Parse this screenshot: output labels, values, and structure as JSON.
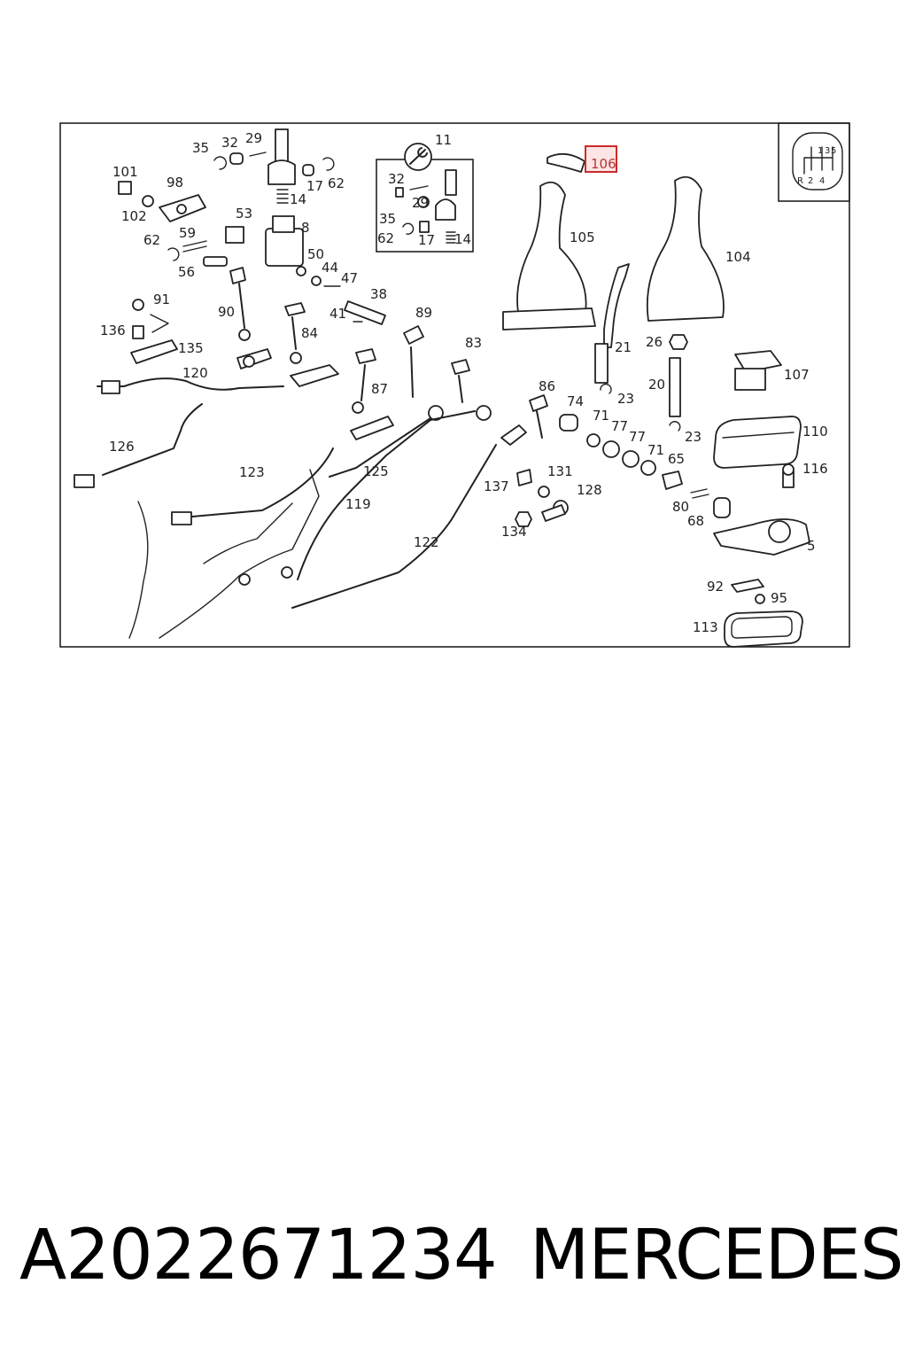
{
  "diagram": {
    "highlighted_part": "106",
    "inset_shift_pattern": [
      "1",
      "3",
      "5",
      "R",
      "2",
      "4"
    ],
    "parts": [
      {
        "id": "p29",
        "label": "29"
      },
      {
        "id": "p35a",
        "label": "35"
      },
      {
        "id": "p32a",
        "label": "32"
      },
      {
        "id": "p14a",
        "label": "14"
      },
      {
        "id": "p17a",
        "label": "17"
      },
      {
        "id": "p62a",
        "label": "62"
      },
      {
        "id": "p101",
        "label": "101"
      },
      {
        "id": "p98",
        "label": "98"
      },
      {
        "id": "p102",
        "label": "102"
      },
      {
        "id": "p53",
        "label": "53"
      },
      {
        "id": "p8",
        "label": "8"
      },
      {
        "id": "p59",
        "label": "59"
      },
      {
        "id": "p62b",
        "label": "62"
      },
      {
        "id": "p56",
        "label": "56"
      },
      {
        "id": "p50",
        "label": "50"
      },
      {
        "id": "p44",
        "label": "44"
      },
      {
        "id": "p47",
        "label": "47"
      },
      {
        "id": "p38",
        "label": "38"
      },
      {
        "id": "p41",
        "label": "41"
      },
      {
        "id": "p11",
        "label": "11"
      },
      {
        "id": "p32b",
        "label": "32"
      },
      {
        "id": "p29b",
        "label": "29"
      },
      {
        "id": "p35b",
        "label": "35"
      },
      {
        "id": "p62c",
        "label": "62"
      },
      {
        "id": "p17b",
        "label": "17"
      },
      {
        "id": "p14b",
        "label": "14"
      },
      {
        "id": "p91",
        "label": "91"
      },
      {
        "id": "p90",
        "label": "90"
      },
      {
        "id": "p136",
        "label": "136"
      },
      {
        "id": "p135",
        "label": "135"
      },
      {
        "id": "p84",
        "label": "84"
      },
      {
        "id": "p89",
        "label": "89"
      },
      {
        "id": "p120",
        "label": "120"
      },
      {
        "id": "p87",
        "label": "87"
      },
      {
        "id": "p83",
        "label": "83"
      },
      {
        "id": "p126",
        "label": "126"
      },
      {
        "id": "p123",
        "label": "123"
      },
      {
        "id": "p125",
        "label": "125"
      },
      {
        "id": "p119",
        "label": "119"
      },
      {
        "id": "p122",
        "label": "122"
      },
      {
        "id": "p105",
        "label": "105"
      },
      {
        "id": "p104",
        "label": "104"
      },
      {
        "id": "p21",
        "label": "21"
      },
      {
        "id": "p26",
        "label": "26"
      },
      {
        "id": "p107",
        "label": "107"
      },
      {
        "id": "p86",
        "label": "86"
      },
      {
        "id": "p74",
        "label": "74"
      },
      {
        "id": "p23a",
        "label": "23"
      },
      {
        "id": "p20",
        "label": "20"
      },
      {
        "id": "p71a",
        "label": "71"
      },
      {
        "id": "p77a",
        "label": "77"
      },
      {
        "id": "p77b",
        "label": "77"
      },
      {
        "id": "p23b",
        "label": "23"
      },
      {
        "id": "p110",
        "label": "110"
      },
      {
        "id": "p71b",
        "label": "71"
      },
      {
        "id": "p65",
        "label": "65"
      },
      {
        "id": "p116",
        "label": "116"
      },
      {
        "id": "p131",
        "label": "131"
      },
      {
        "id": "p137",
        "label": "137"
      },
      {
        "id": "p128",
        "label": "128"
      },
      {
        "id": "p80",
        "label": "80"
      },
      {
        "id": "p68",
        "label": "68"
      },
      {
        "id": "p134",
        "label": "134"
      },
      {
        "id": "p5",
        "label": "5"
      },
      {
        "id": "p92",
        "label": "92"
      },
      {
        "id": "p95",
        "label": "95"
      },
      {
        "id": "p113",
        "label": "113"
      }
    ]
  },
  "caption": {
    "part_number": "A2022671234",
    "brand": "MERCEDES"
  }
}
